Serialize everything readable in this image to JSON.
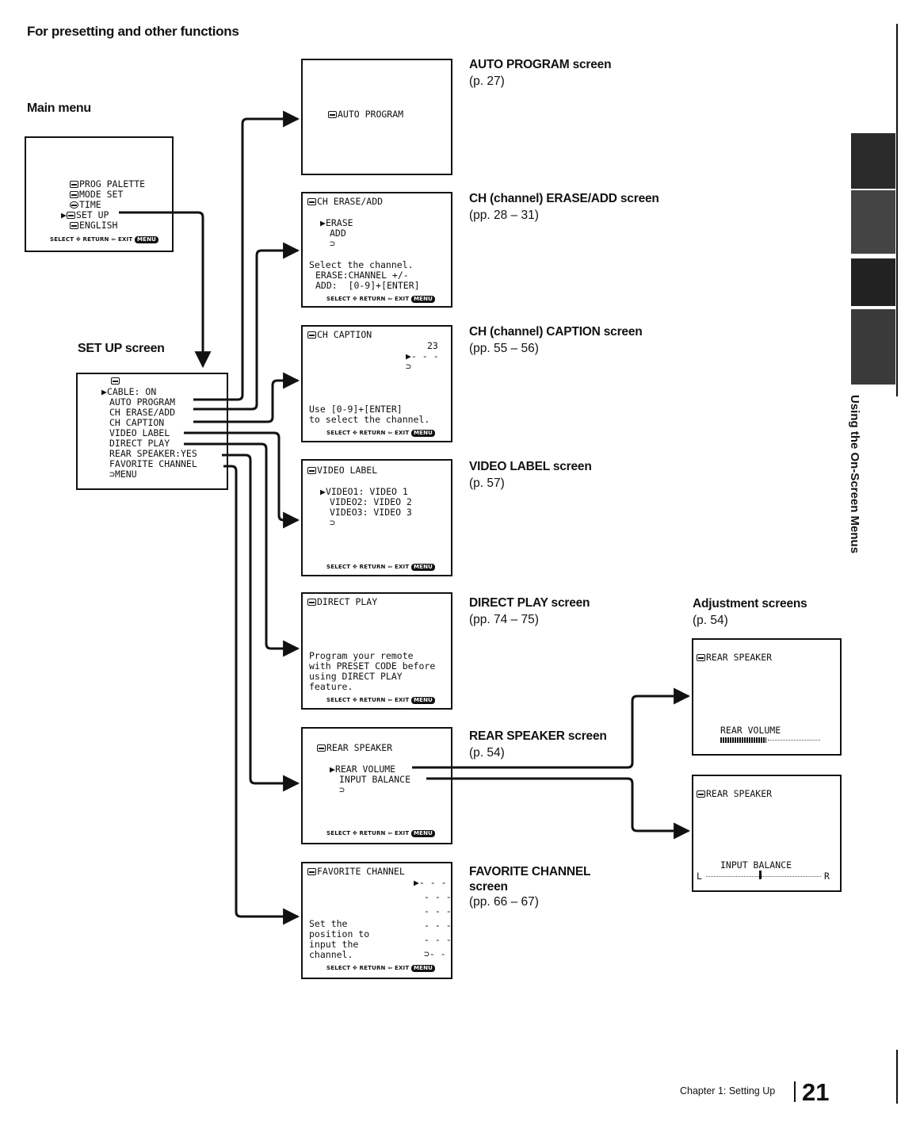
{
  "page": {
    "title": "For presetting and other functions",
    "side_tab": "Using the On-Screen Menus",
    "footer_chapter": "Chapter 1: Setting Up",
    "page_number": "21"
  },
  "labels": {
    "main_menu": "Main menu",
    "setup_screen": "SET UP screen",
    "adjustment_title": "Adjustment screens",
    "adjustment_page": "(p. 54)"
  },
  "main_menu_screen": {
    "items": [
      "PROG PALETTE",
      "MODE SET",
      "TIME",
      "SET UP",
      "ENGLISH"
    ],
    "footer": "SELECT  RETURN  EXIT"
  },
  "setup_screen": {
    "items": [
      "CABLE: ON",
      "AUTO PROGRAM",
      "CH ERASE/ADD",
      "CH CAPTION",
      "VIDEO LABEL",
      "DIRECT PLAY",
      "REAR SPEAKER:YES",
      "FAVORITE CHANNEL",
      "MENU"
    ]
  },
  "screens": {
    "auto_program": {
      "screen_title": "AUTO PROGRAM",
      "caption": "AUTO PROGRAM screen",
      "page": "(p. 27)"
    },
    "ch_erase_add": {
      "screen_title": "CH ERASE/ADD",
      "lines": [
        "ERASE",
        "ADD",
        "Select the channel.",
        "ERASE:CHANNEL +/-",
        "ADD:  [0-9]+[ENTER]"
      ],
      "caption": "CH (channel) ERASE/ADD screen",
      "page": "(pp. 28 – 31)"
    },
    "ch_caption": {
      "screen_title": "CH CAPTION",
      "number": "23",
      "lines": [
        "Use [0-9]+[ENTER]",
        "to select the channel."
      ],
      "caption": "CH (channel) CAPTION screen",
      "page": "(pp. 55 – 56)"
    },
    "video_label": {
      "screen_title": "VIDEO LABEL",
      "lines": [
        "VIDEO1: VIDEO 1",
        "VIDEO2: VIDEO 2",
        "VIDEO3: VIDEO 3"
      ],
      "caption": "VIDEO LABEL screen",
      "page": "(p. 57)"
    },
    "direct_play": {
      "screen_title": "DIRECT PLAY",
      "lines": [
        "Program your remote",
        "with PRESET CODE before",
        "using DIRECT PLAY",
        "feature."
      ],
      "caption": "DIRECT PLAY screen",
      "page": "(pp. 74 – 75)"
    },
    "rear_speaker": {
      "screen_title": "REAR SPEAKER",
      "lines": [
        "REAR VOLUME",
        "INPUT BALANCE"
      ],
      "caption": "REAR SPEAKER screen",
      "page": "(p. 54)"
    },
    "favorite_channel": {
      "screen_title": "FAVORITE CHANNEL",
      "lines": [
        "Set the",
        "position to",
        "input the",
        "channel."
      ],
      "caption_line1": "FAVORITE CHANNEL",
      "caption_line2": "screen",
      "page": "(pp. 66 – 67)"
    },
    "adj_rear_volume": {
      "screen_title": "REAR SPEAKER",
      "label": "REAR VOLUME"
    },
    "adj_input_balance": {
      "screen_title": "REAR SPEAKER",
      "label": "INPUT BALANCE",
      "left": "L",
      "right": "R"
    }
  },
  "footer_bar": {
    "select": "SELECT",
    "return": "RETURN",
    "exit": "EXIT",
    "menu": "MENU"
  }
}
